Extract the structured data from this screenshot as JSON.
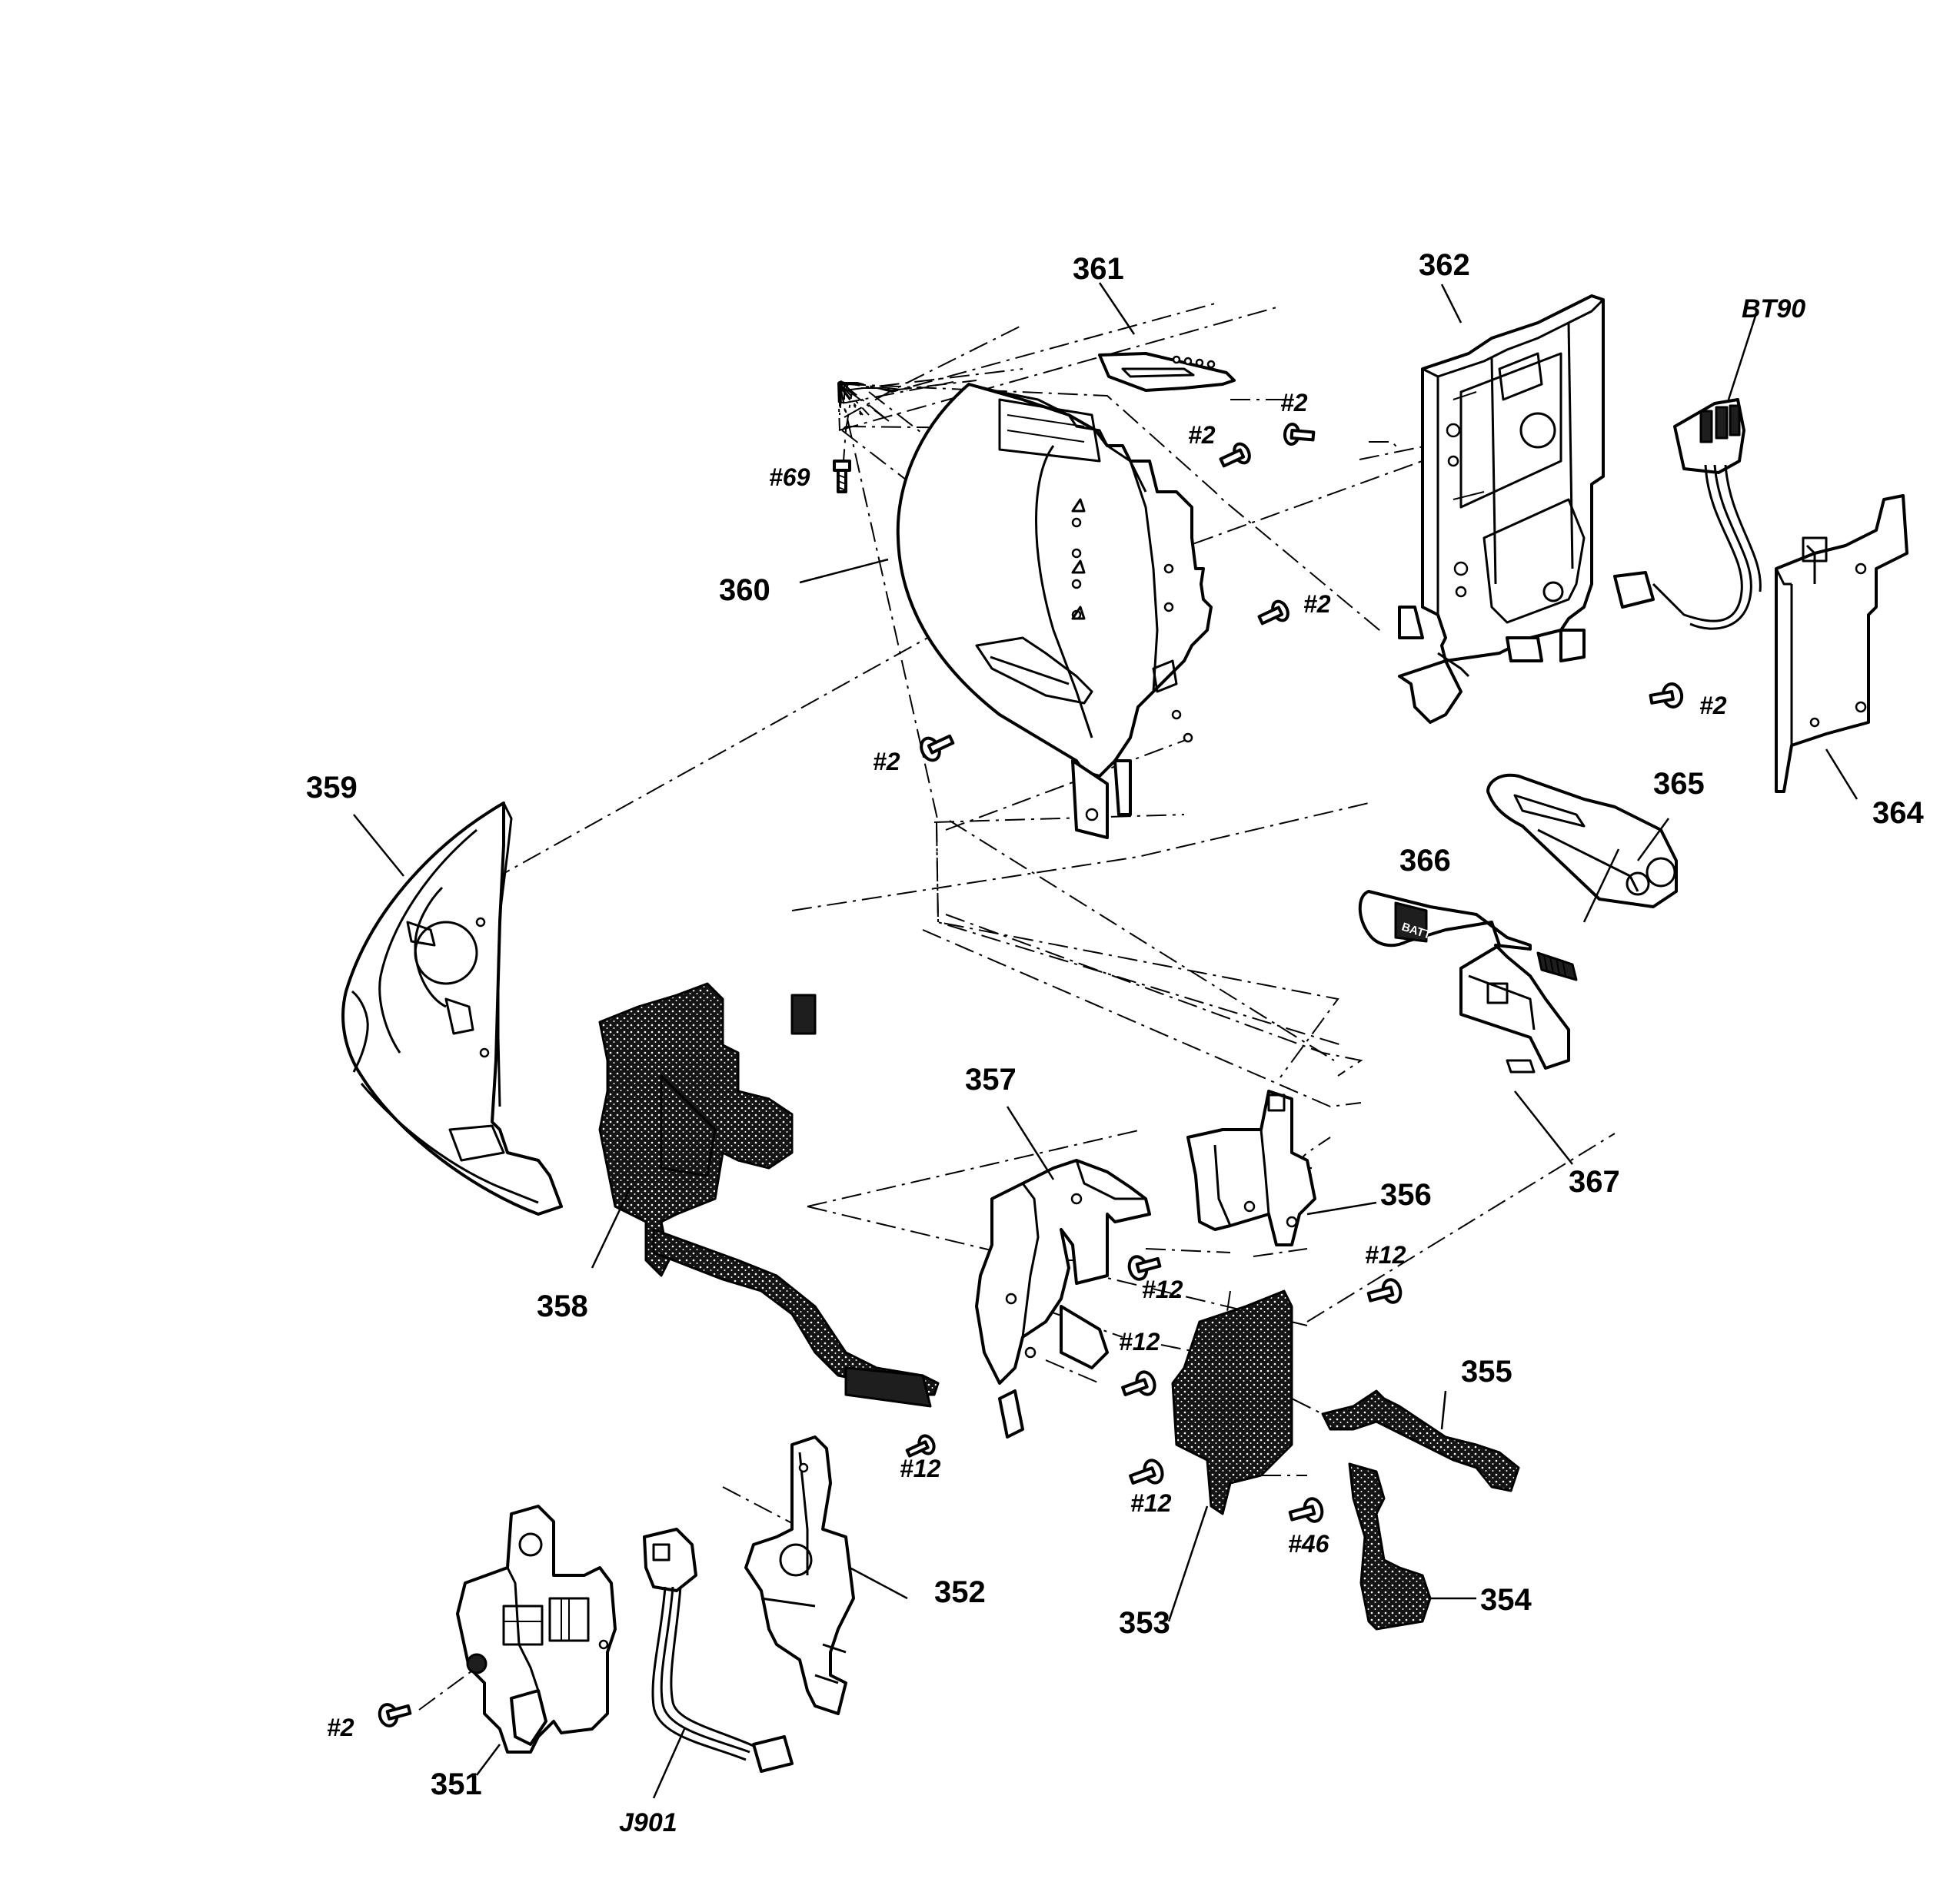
{
  "diagram": {
    "part_numbers": [
      "351",
      "352",
      "353",
      "354",
      "355",
      "356",
      "357",
      "358",
      "359",
      "360",
      "361",
      "362",
      "364",
      "365",
      "366",
      "367"
    ],
    "screw_labels": {
      "s69": "#69",
      "s2a": "#2",
      "s2b": "#2",
      "s2c": "#2",
      "s2d": "#2",
      "s2e": "#2",
      "s2f": "#2",
      "s12a": "#12",
      "s12b": "#12",
      "s12c": "#12",
      "s12d": "#12",
      "s12e": "#12",
      "s46": "#46"
    },
    "references": {
      "bt90": "BT90",
      "j901": "J901"
    },
    "batt_mark": "BATT"
  }
}
